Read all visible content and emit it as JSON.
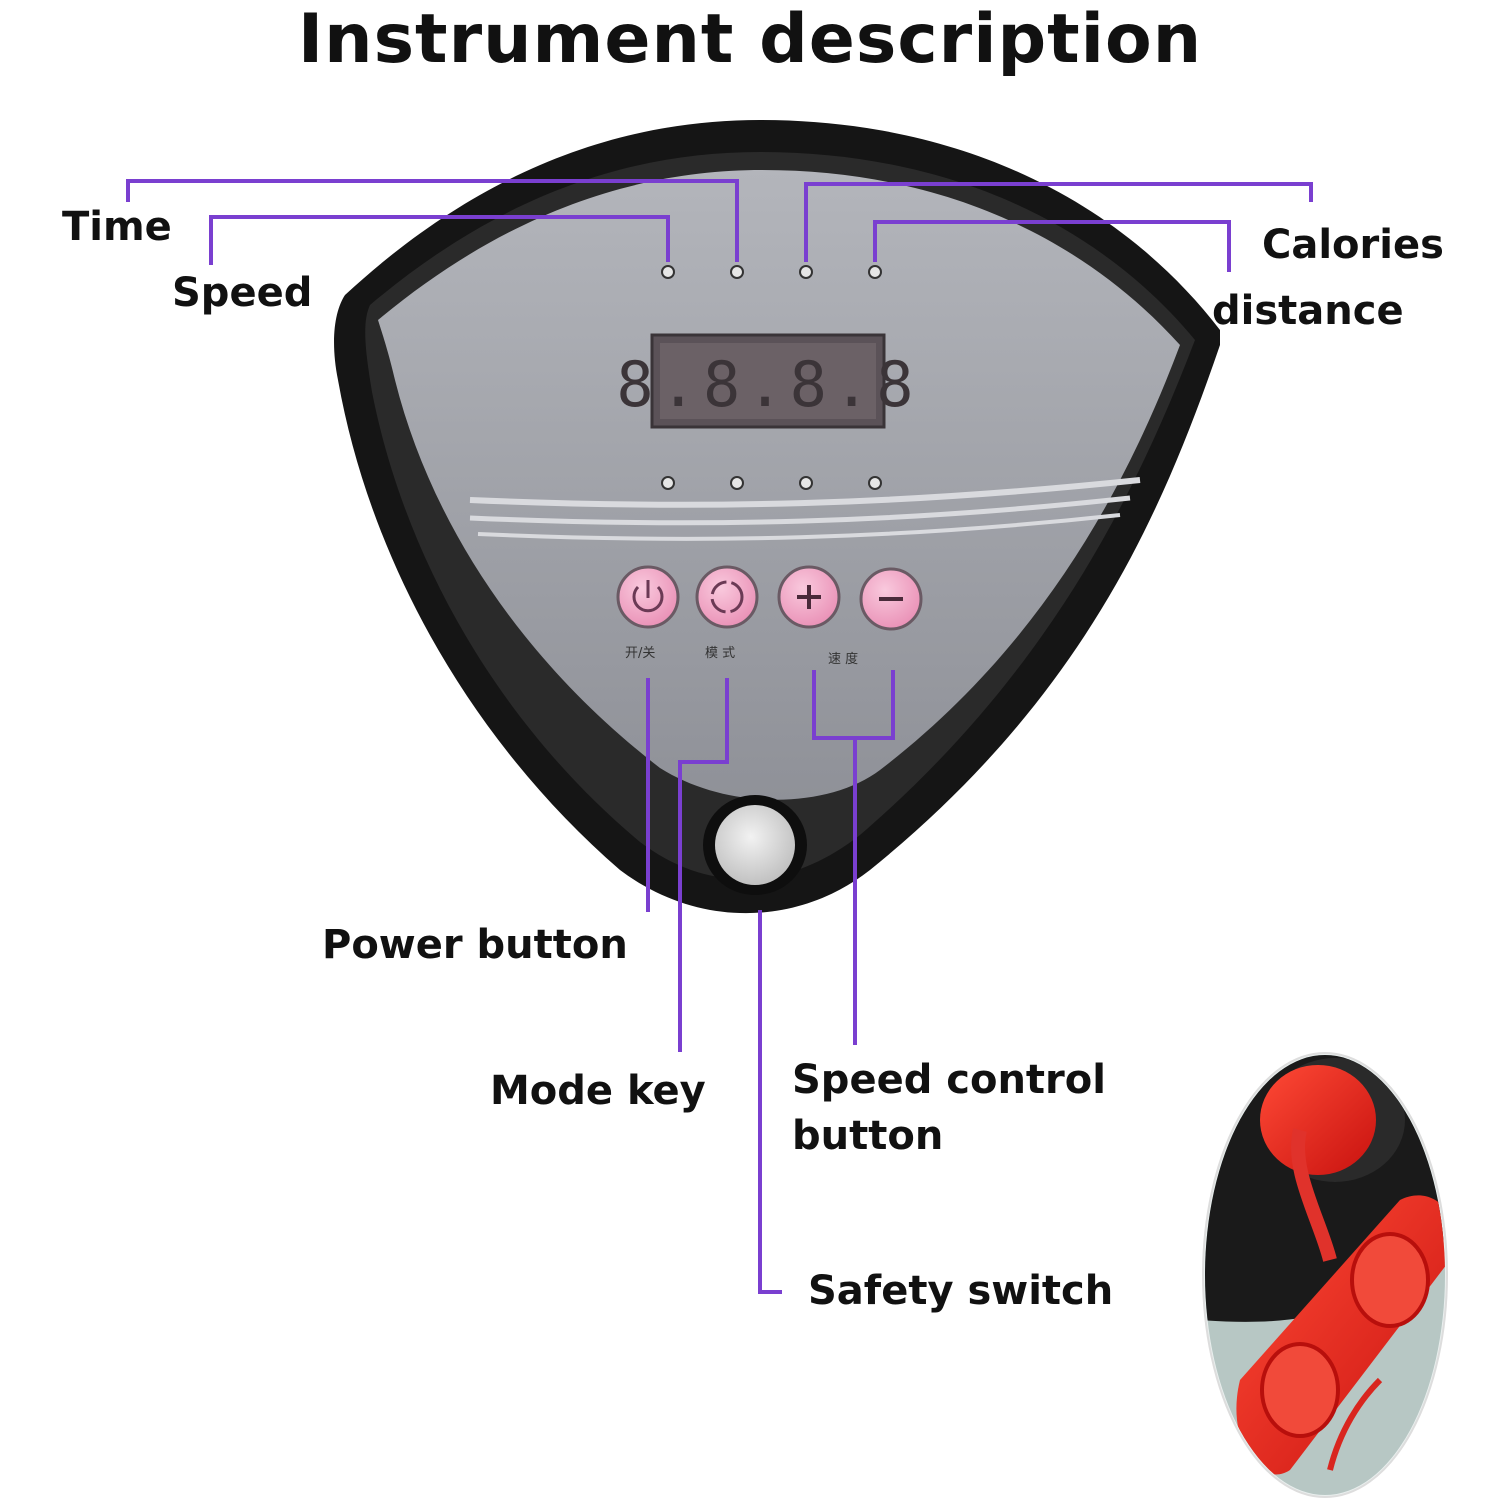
{
  "title": "Instrument description",
  "labels": {
    "time": "Time",
    "speed": "Speed",
    "calories": "Calories",
    "distance": "distance",
    "power_button": "Power button",
    "mode_key": "Mode key",
    "speed_control_button": "Speed control button",
    "safety_switch": "Safety switch"
  },
  "panel": {
    "display_digits": "8.8.8.8",
    "button_labels": {
      "power": "开/关",
      "mode": "模 式",
      "speed": "速 度"
    },
    "buttons": [
      {
        "name": "power",
        "icon": "power-icon"
      },
      {
        "name": "mode",
        "icon": "mode-cycle-icon"
      },
      {
        "name": "plus",
        "icon": "plus-icon"
      },
      {
        "name": "minus",
        "icon": "minus-icon"
      }
    ]
  },
  "colors": {
    "leader_line": "#7a3fd0",
    "button_pink": "#f1a6c6",
    "panel_gray": "#a6a8ae",
    "bezel": "#141414",
    "safety_key": "#e8231e"
  }
}
